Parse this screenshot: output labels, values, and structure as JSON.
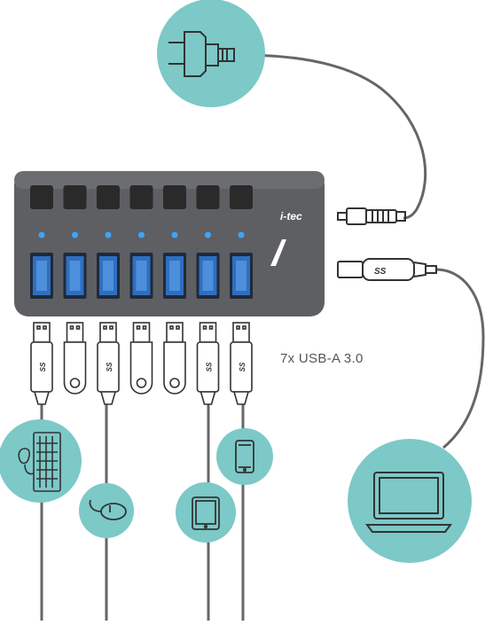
{
  "caption": "7x USB-A 3.0",
  "brand": "i-tec",
  "ss_mark": "SS",
  "hub": {
    "port_count": 7,
    "button_count": 7
  },
  "colors": {
    "accent": "#7cc9c8",
    "hub_body": "#5e5f63",
    "port_blue": "#2f6fc0",
    "led_blue": "#3aa6ff",
    "button": "#2a2a2a",
    "cable": "#555555"
  },
  "devices": [
    {
      "name": "power-adapter",
      "icon": "power-plug-icon"
    },
    {
      "name": "keyboard-mouse",
      "icon": "keyboard-icon"
    },
    {
      "name": "mouse",
      "icon": "mouse-icon"
    },
    {
      "name": "tablet",
      "icon": "tablet-icon"
    },
    {
      "name": "smartphone",
      "icon": "phone-icon"
    },
    {
      "name": "laptop",
      "icon": "laptop-icon"
    }
  ]
}
